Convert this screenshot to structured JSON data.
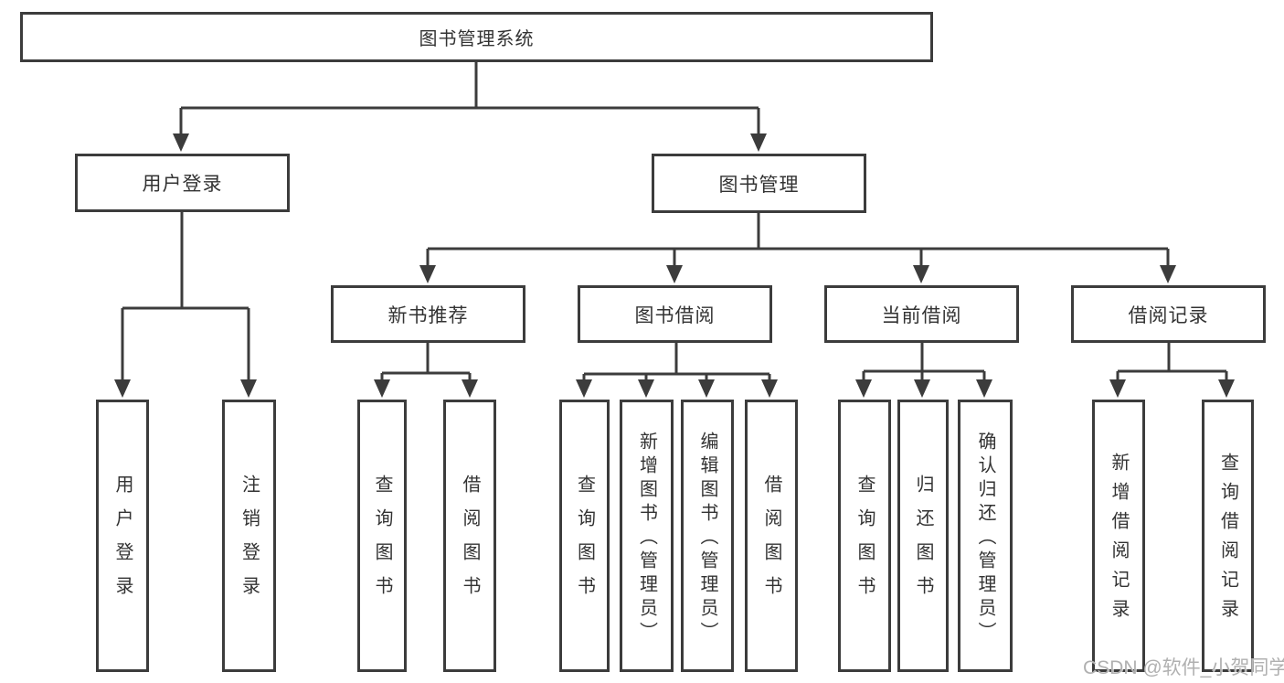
{
  "colors": {
    "line": "#3c3c3c",
    "text": "#333333",
    "box_background": "#ffffff",
    "watermark": "#b0b0b0"
  },
  "watermark": "CSDN @软件_小贺同学",
  "tree": {
    "label": "图书管理系统",
    "children": [
      {
        "label": "用户登录",
        "children": [
          {
            "label": "用户登录"
          },
          {
            "label": "注销登录"
          }
        ]
      },
      {
        "label": "图书管理",
        "children": [
          {
            "label": "新书推荐",
            "children": [
              {
                "label": "查询图书"
              },
              {
                "label": "借阅图书"
              }
            ]
          },
          {
            "label": "图书借阅",
            "children": [
              {
                "label": "查询图书"
              },
              {
                "label": "新增图书（管理员）"
              },
              {
                "label": "编辑图书（管理员）"
              },
              {
                "label": "借阅图书"
              }
            ]
          },
          {
            "label": "当前借阅",
            "children": [
              {
                "label": "查询图书"
              },
              {
                "label": "归还图书"
              },
              {
                "label": "确认归还（管理员）"
              }
            ]
          },
          {
            "label": "借阅记录",
            "children": [
              {
                "label": "新增借阅记录"
              },
              {
                "label": "查询借阅记录"
              }
            ]
          }
        ]
      }
    ]
  }
}
